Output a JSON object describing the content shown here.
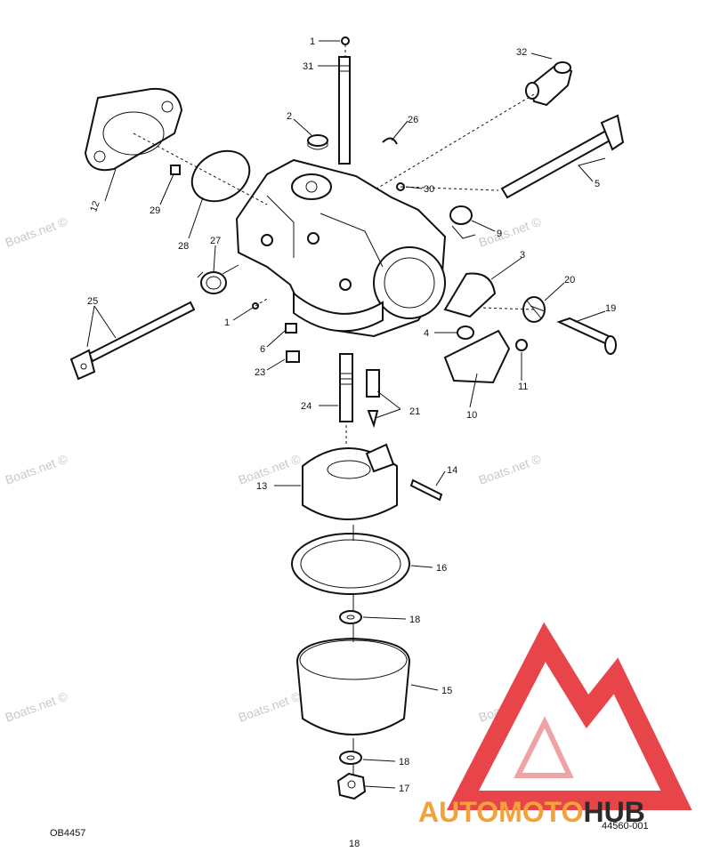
{
  "watermarks": [
    "Boats.net ©",
    "Boats.net ©",
    "Boats.net ©",
    "Boats.net ©",
    "Boats.net ©",
    "Boats.net ©",
    "Boats.net ©",
    "Boats.net ©"
  ],
  "parts": {
    "p1a": "1",
    "p31": "31",
    "p32": "32",
    "p2": "2",
    "p26": "26",
    "p12": "12",
    "p29": "29",
    "p30": "30",
    "p5": "5",
    "p28": "28",
    "p27": "27",
    "p9": "9",
    "p3": "3",
    "p25": "25",
    "p20": "20",
    "p1b": "1",
    "p19": "19",
    "p6": "6",
    "p4": "4",
    "p23": "23",
    "p11": "11",
    "p24": "24",
    "p21": "21",
    "p10": "10",
    "p14": "14",
    "p13": "13",
    "p16": "16",
    "p18a": "18",
    "p15": "15",
    "p18b": "18",
    "p17": "17"
  },
  "footer": {
    "left_code": "OB4457",
    "page_number": "18",
    "right_code": "44560-001"
  },
  "logo": {
    "brand_dark": "AUTO",
    "brand_mid": "MOTO",
    "brand_end": "HUB",
    "colors": {
      "red": "#e8454b",
      "orange": "#f2a23a",
      "dark": "#2b2b2b"
    }
  }
}
